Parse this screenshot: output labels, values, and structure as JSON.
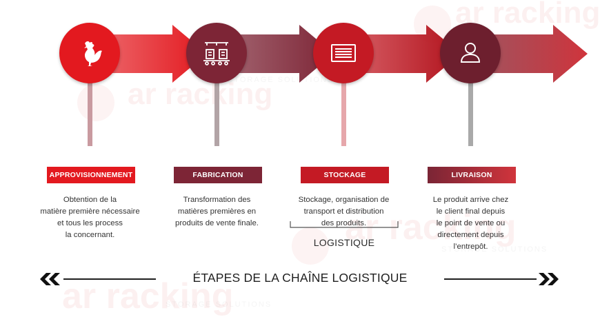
{
  "watermark": {
    "brand": "ar racking",
    "tagline": "STORAGE SOLUTIONS"
  },
  "steps": [
    {
      "label": "APPROVISIONNEMENT",
      "icon": "rooster-icon",
      "circle_color": "#e3191f",
      "arrow_color": "#e3191f",
      "stem_color": "#c99aa0",
      "label_color": "#e3191f",
      "description": [
        "Obtention de la",
        "matière première nécessaire",
        "et tous les process",
        "la concernant."
      ]
    },
    {
      "label": "FABRICATION",
      "icon": "factory-conveyor-icon",
      "circle_color": "#7d2536",
      "arrow_color": "#7d2536",
      "stem_color": "#b2a4a6",
      "label_color": "#7d2536",
      "description": [
        "Transformation des",
        "matières premières en",
        "produits de vente finale."
      ]
    },
    {
      "label": "STOCKAGE",
      "icon": "storage-unit-icon",
      "circle_color": "#c41a24",
      "arrow_color": "#c41a24",
      "stem_color": "#e6a7ab",
      "label_color": "#c41a24",
      "description": [
        "Stockage, organisation de",
        "transport et distribution",
        "des produits."
      ]
    },
    {
      "label": "LIVRAISON",
      "icon": "user-icon",
      "circle_color": "#6d1f2e",
      "arrow_color": "#d0343c",
      "stem_color": "#a9a9a9",
      "label_color": "#7a2535",
      "description": [
        "Le produit arrive chez",
        "le client final depuis",
        "le point de vente ou",
        "directement depuis",
        "l’entrepôt."
      ]
    }
  ],
  "logistique_label": "LOGISTIQUE",
  "footer": {
    "title": "ÉTAPES DE LA CHAÎNE LOGISTIQUE",
    "left_icon": "double-chevron-left-icon",
    "right_icon": "double-chevron-right-icon"
  }
}
